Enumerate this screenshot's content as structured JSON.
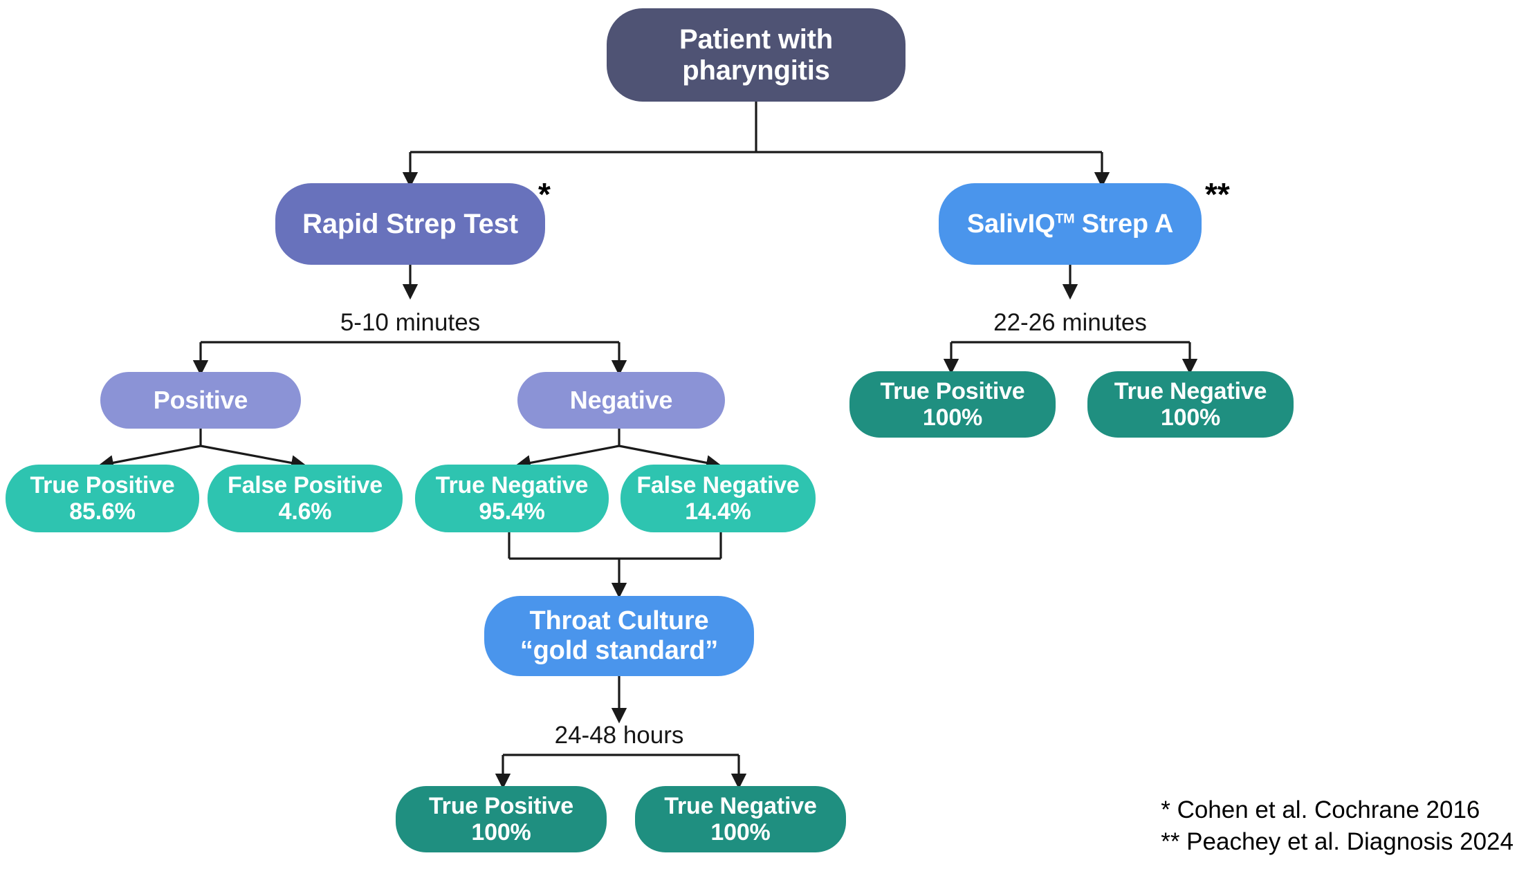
{
  "diagram": {
    "title_node": {
      "line1": "Patient with",
      "line2": "pharyngitis"
    },
    "branches": {
      "rapid_strep": {
        "label": "Rapid Strep Test",
        "footnote_marker": "*",
        "turnaround": "5-10 minutes",
        "outcomes": [
          {
            "label": "Positive"
          },
          {
            "label": "Negative"
          }
        ],
        "positive_results": [
          {
            "name": "True Positive",
            "value": "85.6%"
          },
          {
            "name": "False Positive",
            "value": "4.6%"
          }
        ],
        "negative_results": [
          {
            "name": "True Negative",
            "value": "95.4%"
          },
          {
            "name": "False Negative",
            "value": "14.4%"
          }
        ]
      },
      "saliviq": {
        "label_main": "SalivIQ",
        "label_tm": "TM",
        "label_suffix": " Strep A",
        "footnote_marker": "**",
        "turnaround": "22-26 minutes",
        "results": [
          {
            "name": "True Positive",
            "value": "100%"
          },
          {
            "name": "True Negative",
            "value": "100%"
          }
        ]
      },
      "throat_culture": {
        "line1": "Throat Culture",
        "line2": "“gold standard”",
        "turnaround": "24-48 hours",
        "results": [
          {
            "name": "True Positive",
            "value": "100%"
          },
          {
            "name": "True Negative",
            "value": "100%"
          }
        ]
      }
    },
    "footnotes": [
      "* Cohen et al. Cochrane 2016",
      "** Peachey et al. Diagnosis 2024"
    ],
    "colors": {
      "root": "#4F5374",
      "test_purple": "#6872BC",
      "outcome_purple": "#8B93D6",
      "blue": "#4A95EC",
      "teal": "#2EC4B0",
      "green": "#1F8F80",
      "connector": "#1A1A1A",
      "text": "#FFFFFF"
    }
  }
}
